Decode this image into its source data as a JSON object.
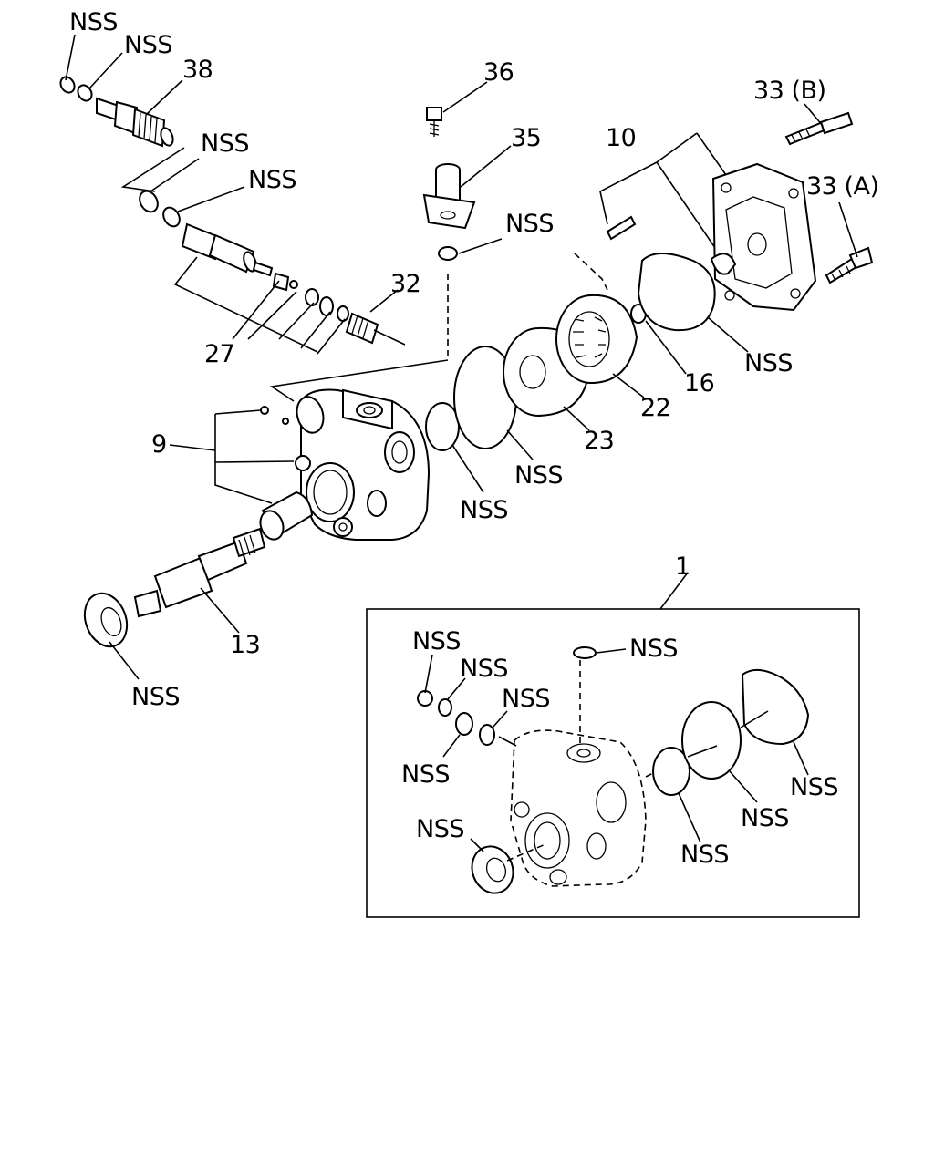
{
  "callouts": {
    "c38": "38",
    "c36": "36",
    "c35": "35",
    "c10": "10",
    "c33b": "33 (B)",
    "c33a": "33 (A)",
    "c32": "32",
    "c27": "27",
    "c9": "9",
    "c16": "16",
    "c22": "22",
    "c23": "23",
    "c13": "13",
    "c1": "1"
  },
  "nss_label": "NSS"
}
